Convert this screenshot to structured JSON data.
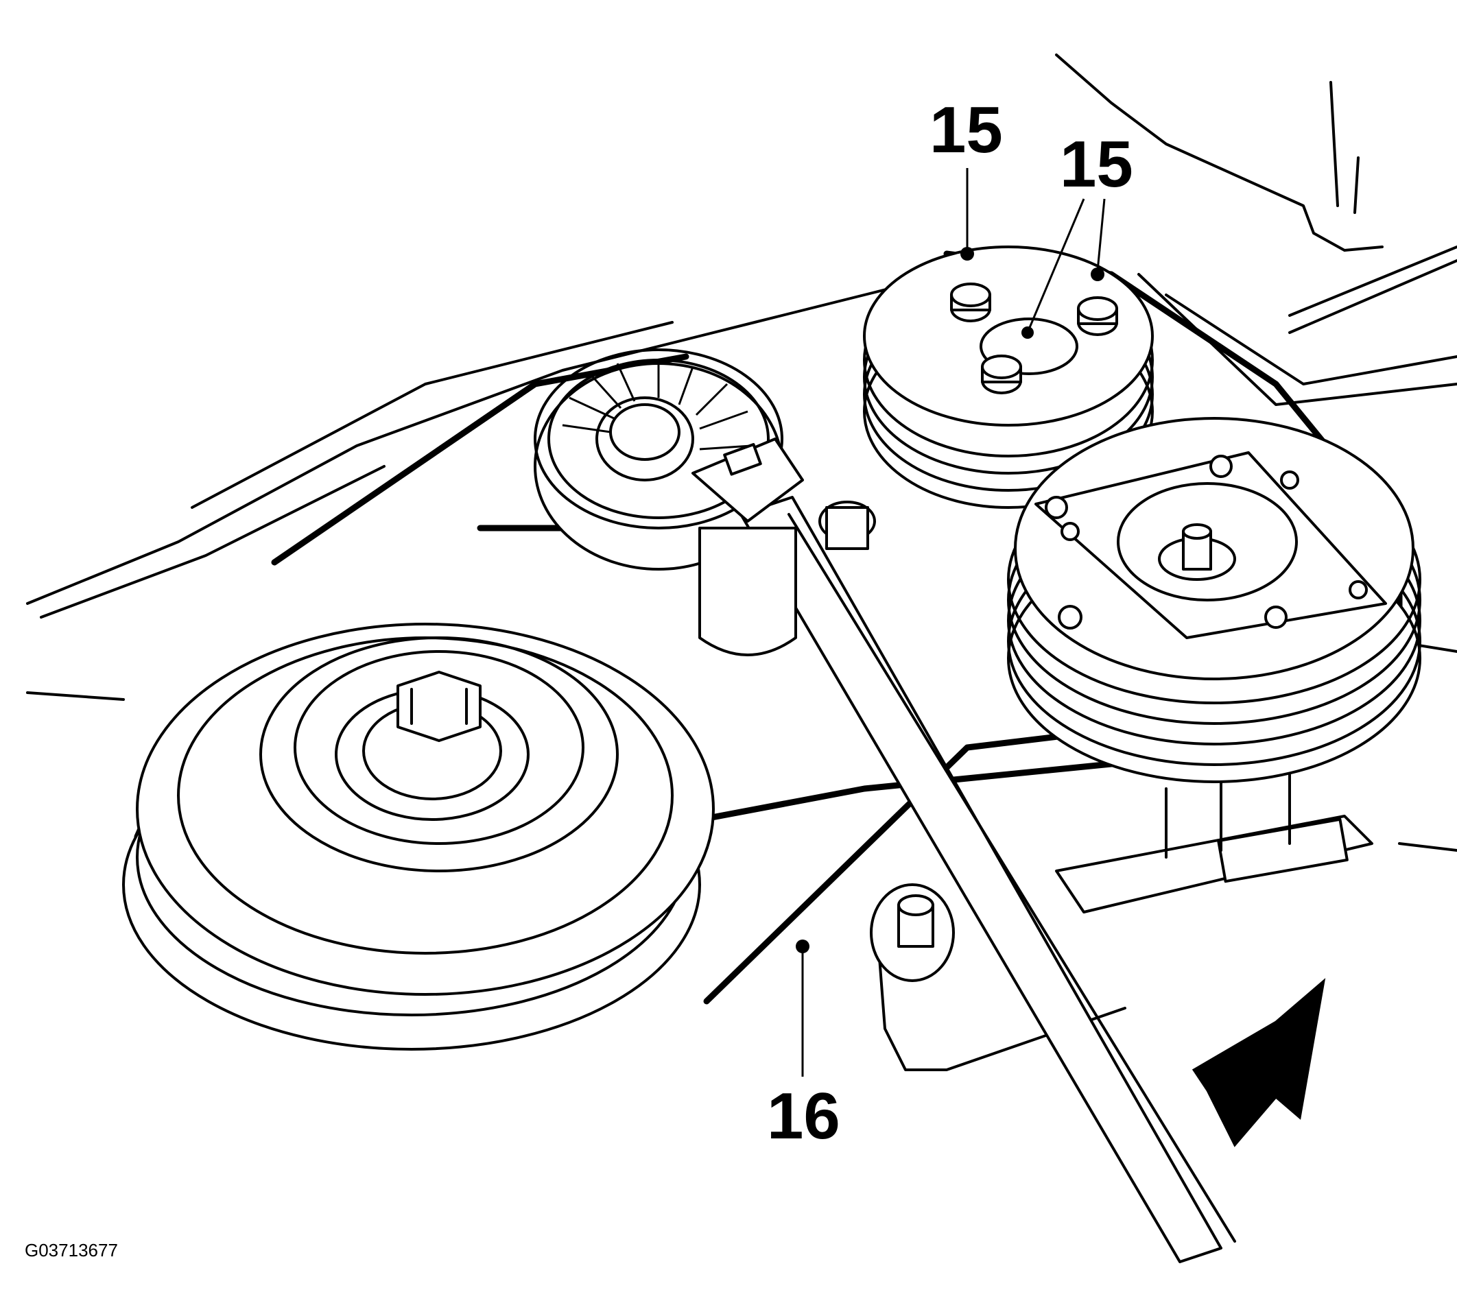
{
  "callouts": {
    "left_15": "15",
    "right_15": "15",
    "belt_16": "16"
  },
  "figure_code": "G03713677"
}
